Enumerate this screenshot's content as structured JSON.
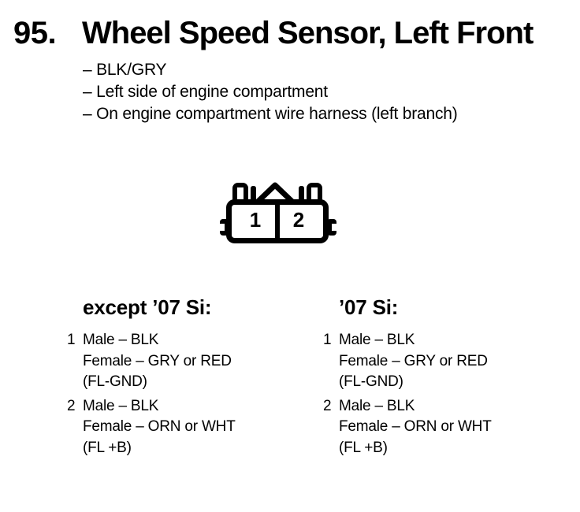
{
  "colors": {
    "background": "#ffffff",
    "text": "#000000"
  },
  "header": {
    "item_number": "95.",
    "title": "Wheel Speed Sensor, Left Front"
  },
  "details": {
    "bullets": [
      "– BLK/GRY",
      "– Left side of engine compartment",
      "– On engine compartment wire harness (left branch)"
    ]
  },
  "connector": {
    "cavities": [
      "1",
      "2"
    ]
  },
  "pinouts": [
    {
      "heading": "except ’07 Si:",
      "entries": [
        {
          "cavity": "1",
          "lines": [
            "Male – BLK",
            "Female – GRY or RED",
            "(FL-GND)"
          ]
        },
        {
          "cavity": "2",
          "lines": [
            "Male – BLK",
            "Female – ORN or WHT",
            "(FL +B)"
          ]
        }
      ]
    },
    {
      "heading": "’07 Si:",
      "entries": [
        {
          "cavity": "1",
          "lines": [
            "Male – BLK",
            "Female – GRY or RED",
            "(FL-GND)"
          ]
        },
        {
          "cavity": "2",
          "lines": [
            "Male – BLK",
            "Female – ORN or WHT",
            "(FL +B)"
          ]
        }
      ]
    }
  ]
}
